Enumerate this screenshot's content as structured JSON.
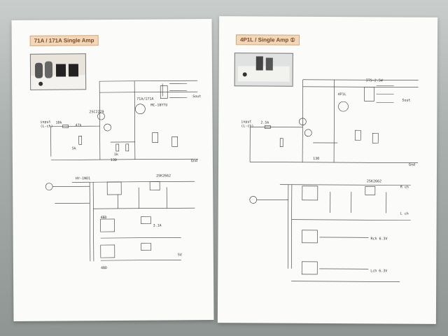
{
  "left_sheet": {
    "title": "71A / 171A Single Amp",
    "schematic_labels": [
      "2SC2229",
      "71A/171A",
      "MC-10YTU",
      "input",
      "(L-ch)",
      "10k",
      "Gnd",
      "47k",
      "Sout",
      "5k",
      "1k",
      "130"
    ],
    "psu_labels": [
      "HY-1NO1",
      "2SK2662",
      "4BD",
      "4BD",
      "3.1A",
      "SV"
    ]
  },
  "right_sheet": {
    "title": "4P1L / Single Amp ①",
    "schematic_labels": [
      "4P1L",
      "ITS-2.5W",
      "input",
      "(L-ch)",
      "2.5k",
      "Gnd",
      "Sout",
      "130"
    ],
    "psu_labels": [
      "2SK2662",
      "R ch",
      "L ch",
      "Rch 6.3V",
      "Lch 6.3V"
    ]
  },
  "colors": {
    "paper": "#fbfbf9",
    "title_bg": "#f3d7b9",
    "ink": "#333333"
  }
}
